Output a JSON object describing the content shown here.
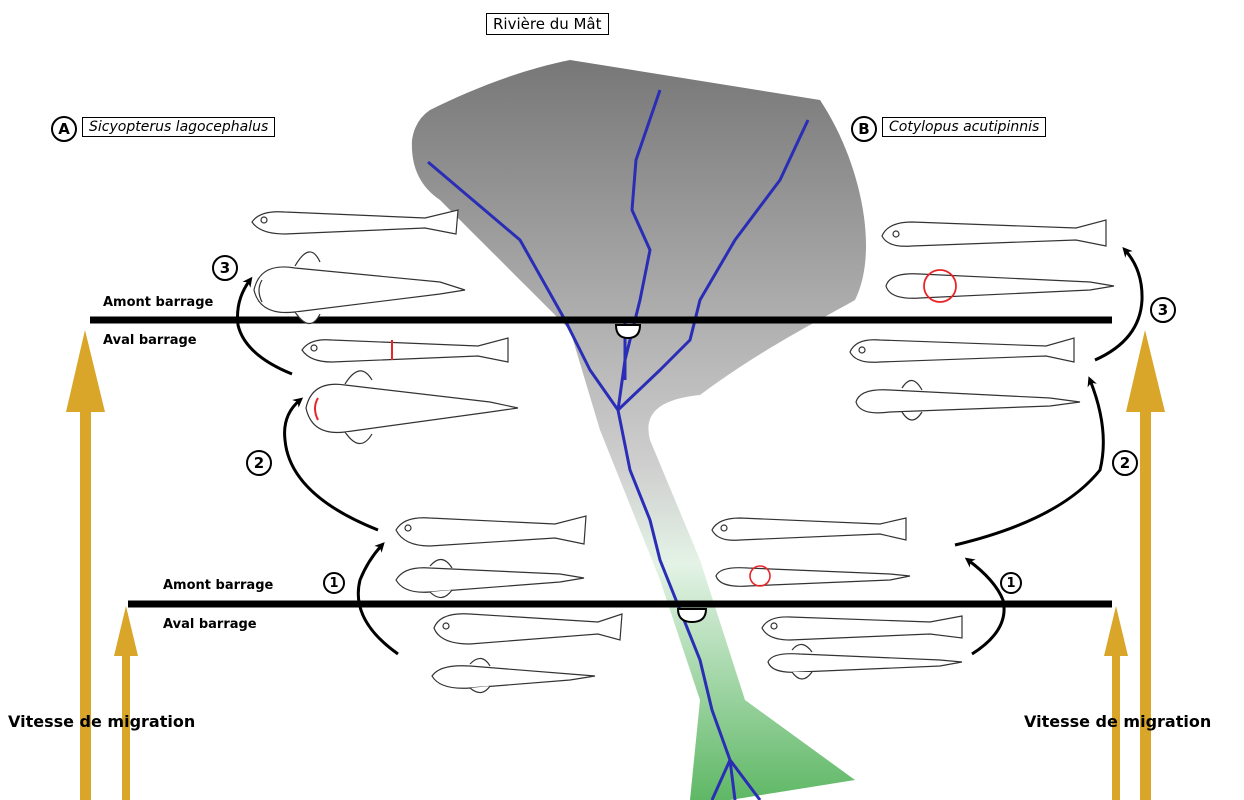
{
  "title": "Rivière du Mât",
  "panels": [
    {
      "letter": "A",
      "species": "Sicyopterus lagocephalus"
    },
    {
      "letter": "B",
      "species": "Cotylopus acutipinnis"
    }
  ],
  "barriers": {
    "upper": {
      "above": "Amont barrage",
      "below": "Aval barrage"
    },
    "lower": {
      "above": "Amont barrage",
      "below": "Aval barrage"
    }
  },
  "speed_label": "Vitesse de migration",
  "steps": [
    "1",
    "2",
    "3"
  ],
  "colors": {
    "river": "#2a2db5",
    "arrow_gold": "#d9a62a",
    "highlight_red": "#e8262a",
    "basin_top": "#7a7a7a",
    "basin_green": "#5fb866"
  }
}
